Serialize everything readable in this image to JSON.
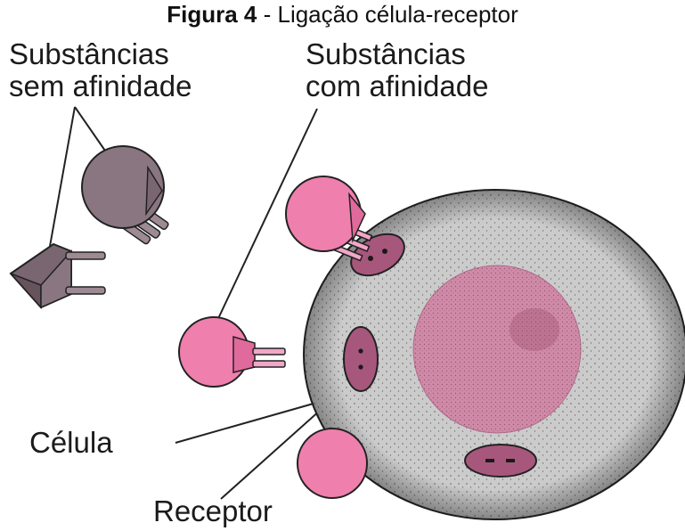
{
  "caption": {
    "label": "Figura 4",
    "separator": " - ",
    "text": "Ligação célula-receptor"
  },
  "labels": {
    "no_affinity": [
      "Substâncias",
      "sem afinidade"
    ],
    "affinity": [
      "Substâncias",
      "com afinidade"
    ],
    "cell": "Célula",
    "receptor": "Receptor"
  },
  "colors": {
    "cell": "#c9c9c9",
    "nucleus": "#cf8aa6",
    "receptor": "#a8577c",
    "affinity_substance": "#ef7fad",
    "no_affinity_substance": "#8a7680",
    "outline": "#222222"
  }
}
